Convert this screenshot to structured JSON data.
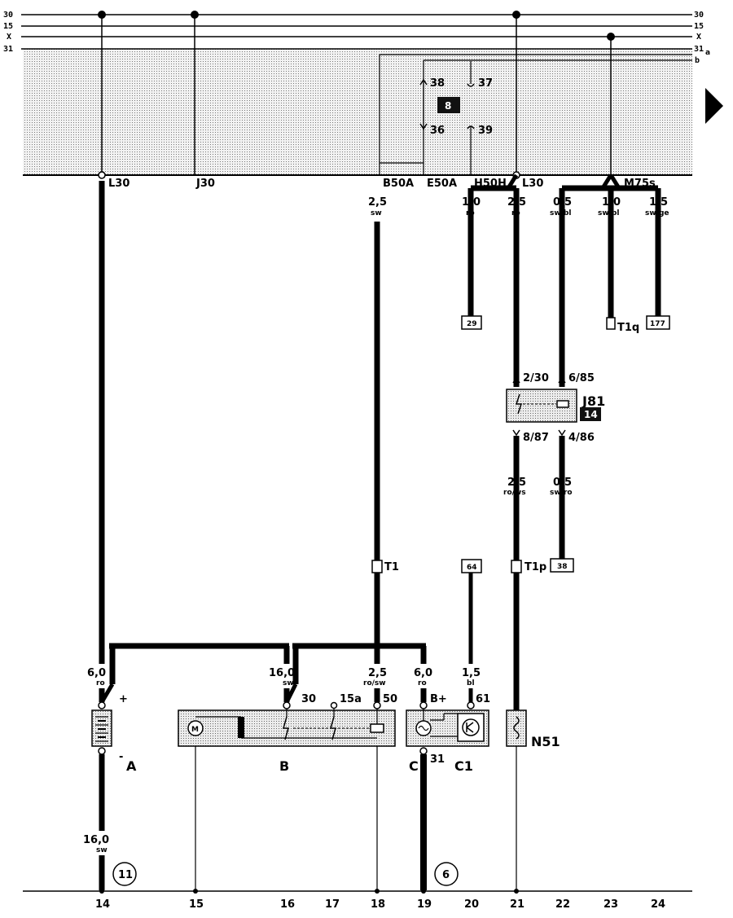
{
  "rails": [
    {
      "left": "30",
      "right": "30"
    },
    {
      "left": "15",
      "right": "15"
    },
    {
      "left": "X",
      "right": "X"
    },
    {
      "left": "31",
      "right": "31"
    }
  ],
  "rail_extra": {
    "a": "a",
    "b": "b"
  },
  "relay_panel": {
    "relay_number": "8",
    "pins": {
      "p38": "38",
      "p37": "37",
      "p36": "36",
      "p39": "39"
    },
    "connectors": {
      "l30_left": "L30",
      "j30": "J30",
      "b50a": "B50A",
      "e50a": "E50A",
      "h50h": "H50H",
      "l30_right": "L30",
      "m75s": "M75s"
    }
  },
  "wires": {
    "w14_top": {
      "size": "6,0",
      "color": "ro"
    },
    "w14_bot": {
      "size": "16,0",
      "color": "sw"
    },
    "w16": {
      "size": "16,0",
      "color": "sw"
    },
    "w18_top": {
      "size": "2,5",
      "color": "sw"
    },
    "w18_bot": {
      "size": "2,5",
      "color": "ro/sw"
    },
    "w19": {
      "size": "6,0",
      "color": "ro"
    },
    "w20_top": {
      "size": "1,0",
      "color": "ro"
    },
    "w20_bot": {
      "size": "1,5",
      "color": "bl"
    },
    "w21_top": {
      "size": "2,5",
      "color": "ro"
    },
    "w21_bot": {
      "size": "2,5",
      "color": "ro/ws"
    },
    "w22_top": {
      "size": "0,5",
      "color": "sw/bl"
    },
    "w22_bot": {
      "size": "0,5",
      "color": "sw/ro"
    },
    "w23": {
      "size": "1,0",
      "color": "sw/bl"
    },
    "w24": {
      "size": "1,5",
      "color": "sw/ge"
    }
  },
  "refs": {
    "r29": "29",
    "r177": "177",
    "r64": "64",
    "r38": "38"
  },
  "connector_labels": {
    "t1q": "T1q",
    "t1": "T1",
    "t1p": "T1p"
  },
  "relay_j81": {
    "name": "J81",
    "number": "14",
    "p2_30": "2/30",
    "p6_85": "6/85",
    "p8_87": "8/87",
    "p4_86": "4/86"
  },
  "components": {
    "battery": {
      "name": "A",
      "plus": "+",
      "minus": "-"
    },
    "starter": {
      "name": "B",
      "motor": "M",
      "t30": "30",
      "t15a": "15a",
      "t50": "50"
    },
    "alternator": {
      "name": "C",
      "regulator": "C1",
      "t_bplus": "B+",
      "t61": "61",
      "t31": "31"
    },
    "glow": {
      "name": "N51"
    }
  },
  "grounds": {
    "g11": "11",
    "g6": "6"
  },
  "columns": [
    "14",
    "15",
    "16",
    "17",
    "18",
    "19",
    "20",
    "21",
    "22",
    "23",
    "24"
  ]
}
